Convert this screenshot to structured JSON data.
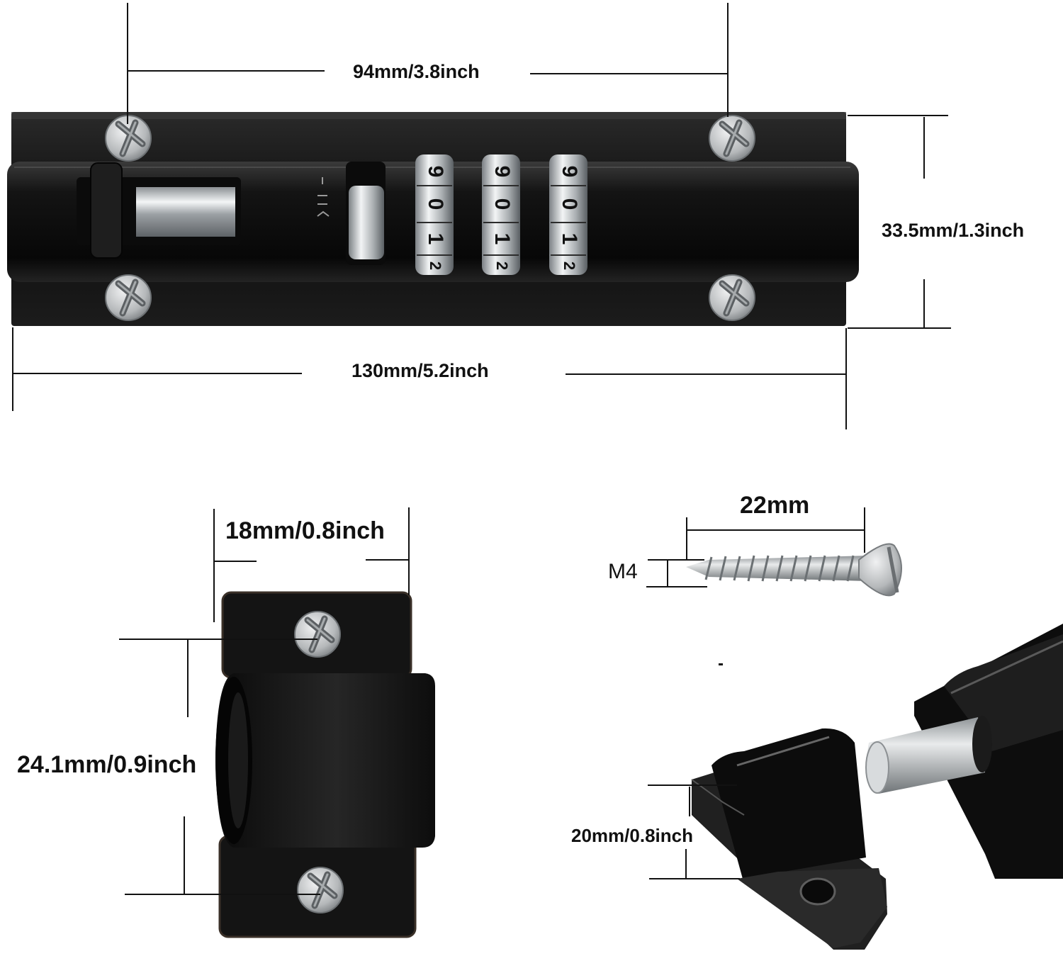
{
  "dimensions": {
    "bolt_hole_spacing": "94mm/3.8inch",
    "bolt_height": "33.5mm/1.3inch",
    "bolt_length": "130mm/5.2inch",
    "keeper_width": "18mm/0.8inch",
    "keeper_hole_spacing": "24.1mm/0.9inch",
    "screw_length": "22mm",
    "screw_thread": "M4",
    "keeper_depth": "20mm/0.8inch"
  },
  "dial_digits": [
    "9",
    "0",
    "1",
    "2"
  ],
  "colors": {
    "body": "#111111",
    "body_highlight": "#2e2e2e",
    "chrome": "#cfd3d6",
    "screw": "#bfc2c4",
    "line": "#111111"
  }
}
